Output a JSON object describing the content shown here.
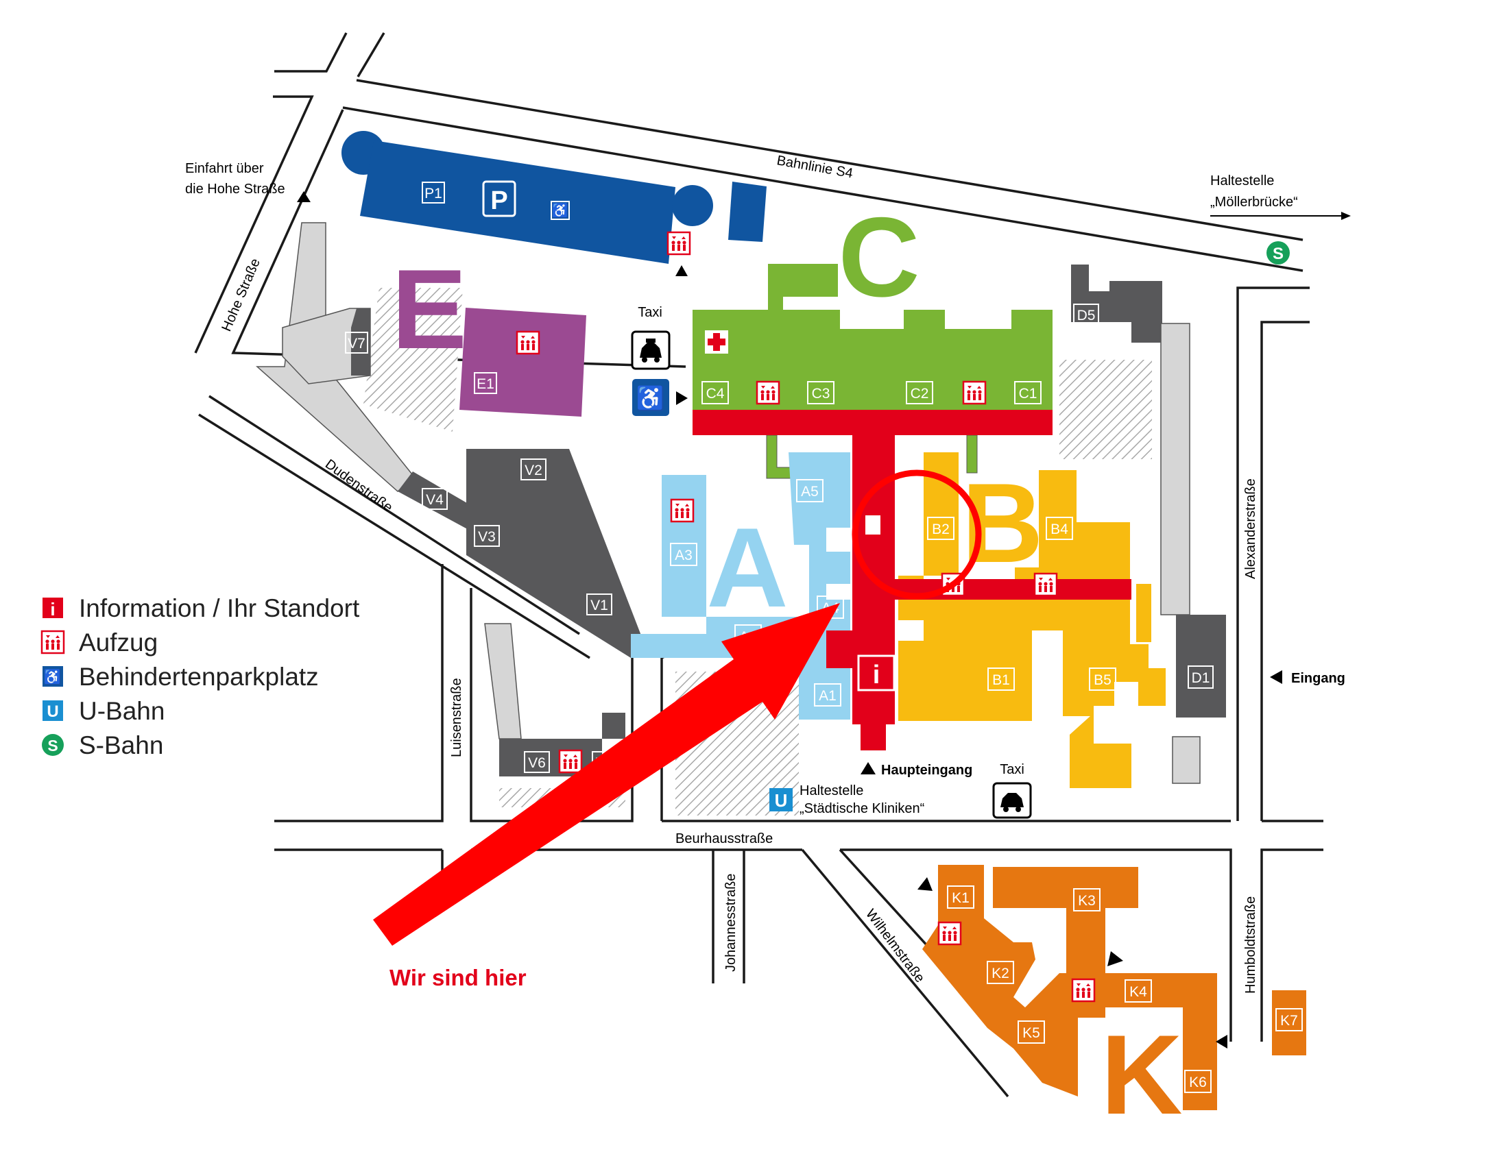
{
  "map": {
    "large_letters": {
      "c": "C",
      "e": "E",
      "a": "A",
      "b": "B",
      "k": "K"
    },
    "building_codes": {
      "p1": "P1",
      "parking": "P",
      "v1": "V1",
      "v2": "V2",
      "v3": "V3",
      "v4": "V4",
      "v5": "V5",
      "v6": "V6",
      "v7": "V7",
      "e1": "E1",
      "c1": "C1",
      "c2": "C2",
      "c3": "C3",
      "c4": "C4",
      "a1": "A1",
      "a2": "A2",
      "a3": "A3",
      "a4": "A4",
      "a5": "A5",
      "b1": "B1",
      "b2": "B2",
      "b4": "B4",
      "b5": "B5",
      "d1": "D1",
      "d5": "D5",
      "k1": "K1",
      "k2": "K2",
      "k3": "K3",
      "k4": "K4",
      "k5": "K5",
      "k6": "K6",
      "k7": "K7"
    },
    "streets": {
      "hohe": "Hohe Straße",
      "duden": "Dudenstraße",
      "luisen": "Luisenstraße",
      "beurhaus": "Beurhausstraße",
      "johannes": "Johannesstraße",
      "wilhelm": "Wilhelmstraße",
      "humboldt": "Humboldtstraße",
      "alexander": "Alexanderstraße",
      "bahnlinie": "Bahnlinie S4"
    },
    "labels": {
      "einfahrt_line1": "Einfahrt über",
      "einfahrt_line2": "die Hohe Straße",
      "haltestelle_s_line1": "Haltestelle",
      "haltestelle_s_line2": "„Möllerbrücke“",
      "taxi_top": "Taxi",
      "taxi_bottom": "Taxi",
      "haupteingang": "Haupteingang",
      "haltestelle_u_line1": "Haltestelle",
      "haltestelle_u_line2": "„Städtische Kliniken“",
      "eingang": "Eingang",
      "wir_sind_hier": "Wir sind hier",
      "u_symbol": "U",
      "s_symbol": "S",
      "info_symbol": "i"
    },
    "legend": [
      {
        "icon": "info-icon",
        "text": "Information / Ihr Standort"
      },
      {
        "icon": "elevator-icon",
        "text": "Aufzug"
      },
      {
        "icon": "wheelchair-icon",
        "text": "Behindertenparkplatz"
      },
      {
        "icon": "u-bahn-icon",
        "text": "U-Bahn"
      },
      {
        "icon": "s-bahn-icon",
        "text": "S-Bahn"
      }
    ],
    "colors": {
      "parking_blue": "#1055a0",
      "zone_e_purple": "#9b4a92",
      "zone_c_green": "#7ab534",
      "zone_a_lightblue": "#95d3f0",
      "zone_b_yellow": "#f8bb10",
      "zone_k_orange": "#e67711",
      "corridor_red": "#e2001a",
      "dark_grey": "#58585a",
      "light_grey": "#d6d6d6",
      "s_bahn_green": "#16a05a",
      "u_bahn_blue": "#1a8fd1",
      "marker_red": "#ff0000"
    }
  }
}
